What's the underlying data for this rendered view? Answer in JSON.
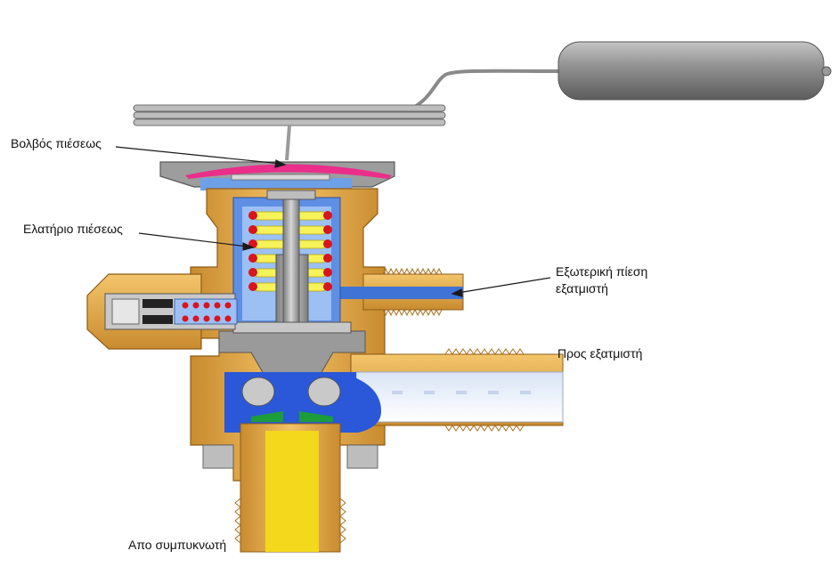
{
  "labels": {
    "pressure_bulb": "Βολβός πιέσεως",
    "pressure_spring": "Ελατήριο πιέσεως",
    "external_pressure_line1": "Εξωτερική πίεση",
    "external_pressure_line2": "εξατμιστή",
    "to_evaporator": "Προς εξατμιστή",
    "from_condenser": "Απο συμπυκνωτή"
  },
  "colors": {
    "brass": "#e8ab45",
    "brass_dark": "#a46d1c",
    "steel": "#8c8c8c",
    "steel_light": "#c9c9c9",
    "low_pressure_blue": "#3f73d6",
    "refrigerant_blue": "#2a58d8",
    "liquid_yellow": "#f3d81b",
    "spring_yellow": "#f6f25a",
    "spring_red": "#d8141e",
    "diaphragm_pink": "#ea2e8a",
    "seal_green": "#1c9c3a",
    "bulb_gray": "#9a9a9a"
  }
}
